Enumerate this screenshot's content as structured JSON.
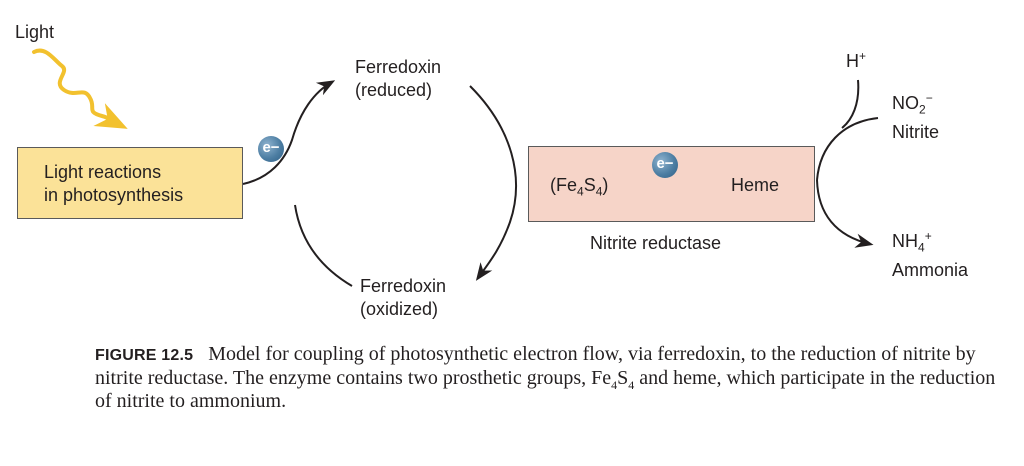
{
  "light_label": "Light",
  "light_box": {
    "line1": "Light reactions",
    "line2": "in photosynthesis"
  },
  "electron_label": "e−",
  "ferredoxin_reduced": {
    "line1": "Ferredoxin",
    "line2": "(reduced)"
  },
  "ferredoxin_oxidized": {
    "line1": "Ferredoxin",
    "line2": "(oxidized)"
  },
  "enzyme": {
    "fe_prefix": "(Fe",
    "fe_sub1": "4",
    "fe_mid": "S",
    "fe_sub2": "4",
    "fe_suffix": ")",
    "heme": "Heme",
    "name": "Nitrite reductase"
  },
  "proton": {
    "base": "H",
    "sup": "+"
  },
  "nitrite": {
    "formula_base": "NO",
    "formula_sub": "2",
    "formula_sup": "−",
    "name": "Nitrite"
  },
  "ammonia": {
    "formula_base": "NH",
    "formula_sub": "4",
    "formula_sup": "+",
    "name": "Ammonia"
  },
  "caption": {
    "figure_label": "FIGURE 12.5",
    "text_part1": "Model for coupling of photosynthetic electron flow, via ferredoxin, to the reduction of nitrite by nitrite reductase. The enzyme contains two prosthetic groups, Fe",
    "sub1": "4",
    "text_part2": "S",
    "sub2": "4",
    "text_part3": " and heme, which participate in the reduction of nitrite to ammonium."
  },
  "colors": {
    "light_arrow": "#f2c12e",
    "light_box_fill": "#fbe298",
    "enzyme_box_fill": "#f6d4c8",
    "electron": "#4d7ea3",
    "lines": "#231f20"
  }
}
